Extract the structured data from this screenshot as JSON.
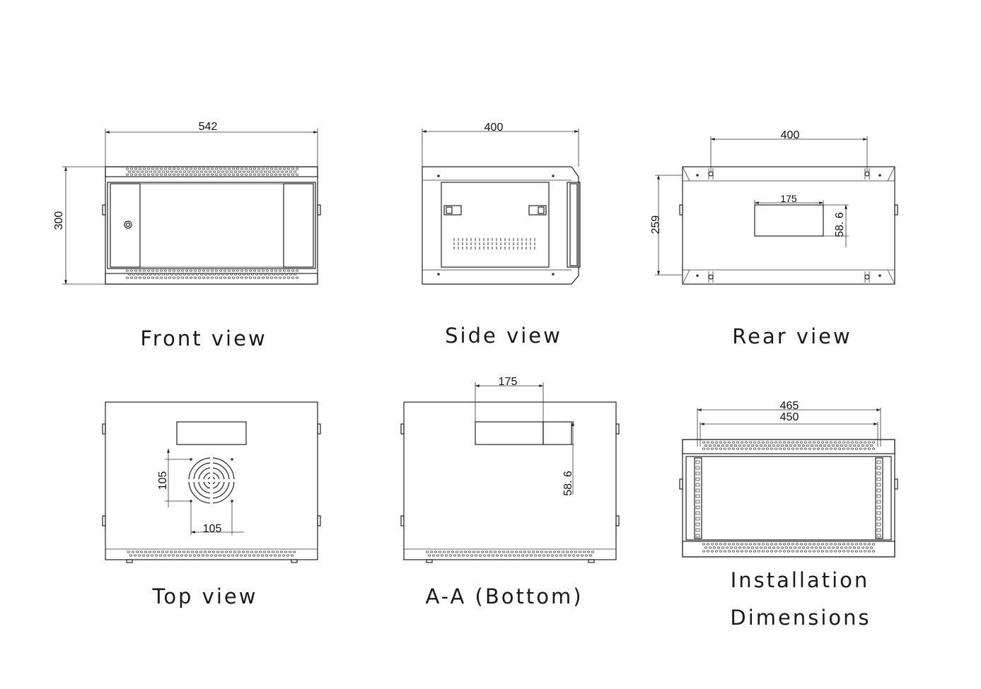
{
  "views": {
    "front": {
      "caption": "Front view",
      "width_dim": "542",
      "height_dim": "300"
    },
    "side": {
      "caption": "Side view",
      "width_dim": "400"
    },
    "rear": {
      "caption": "Rear view",
      "width_dim": "400",
      "height_dim": "259",
      "slot_width_dim": "175",
      "slot_height_dim": "58. 6"
    },
    "top": {
      "caption": "Top view",
      "fan_vertical_dim": "105",
      "fan_horizontal_dim": "105"
    },
    "bottom": {
      "caption": "A-A (Bottom)",
      "slot_width_dim": "175",
      "slot_height_dim": "58. 6"
    },
    "installation": {
      "caption_line1": "Installation",
      "caption_line2": "Dimensions",
      "outer_dim": "465",
      "inner_dim": "450"
    }
  }
}
